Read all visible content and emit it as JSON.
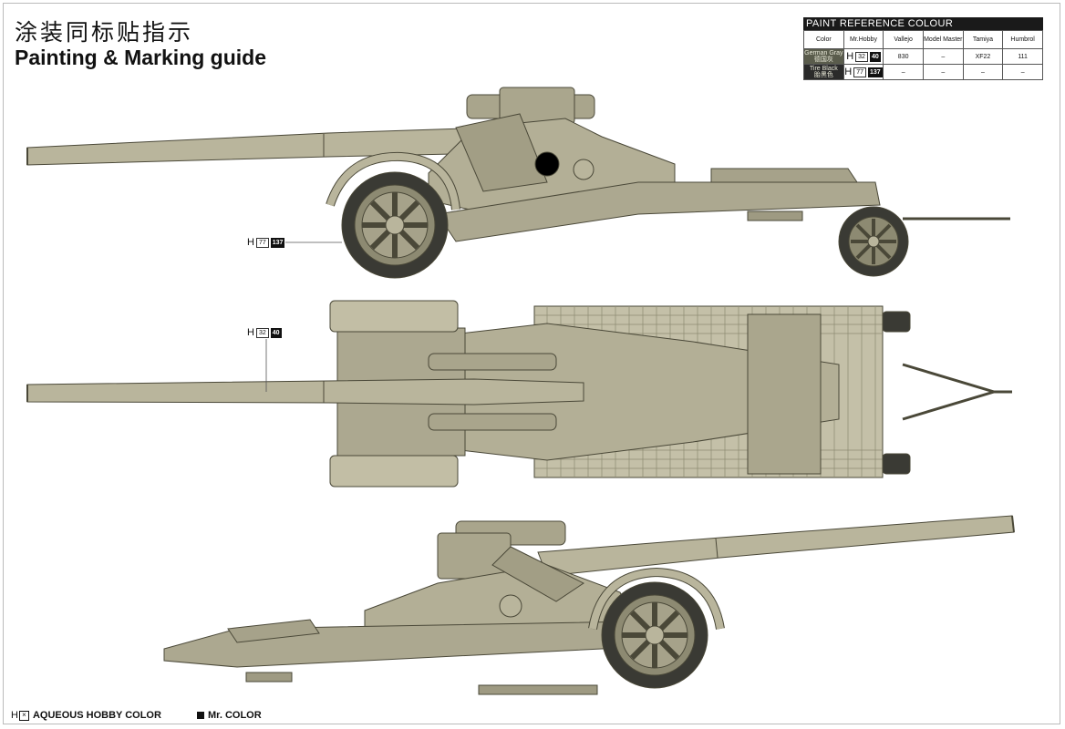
{
  "header": {
    "title_cn": "涂装同标贴指示",
    "title_en": "Painting & Marking guide"
  },
  "paint_table": {
    "title": "PAINT REFERENCE COLOUR",
    "columns": [
      "Color",
      "Mr.Hobby",
      "Vallejo",
      "Model Master",
      "Tamiya",
      "Humbrol"
    ],
    "rows": [
      {
        "color_en": "German Gray",
        "color_cn": "德国灰",
        "swatch": "#5a5c4c",
        "mr_hobby_h": "H",
        "mr_hobby_num": "32",
        "mr_color_num": "40",
        "vallejo": "830",
        "model_master": "–",
        "tamiya": "XF22",
        "humbrol": "111"
      },
      {
        "color_en": "Tire Black",
        "color_cn": "胎黑色",
        "swatch": "#2a2a2a",
        "mr_hobby_h": "H",
        "mr_hobby_num": "77",
        "mr_color_num": "137",
        "vallejo": "–",
        "model_master": "–",
        "tamiya": "–",
        "humbrol": "–"
      }
    ]
  },
  "callouts": {
    "tire": {
      "h": "H",
      "num": "77",
      "mr": "137"
    },
    "body": {
      "h": "H",
      "num": "32",
      "mr": "40"
    }
  },
  "legend": {
    "aqueous_prefix": "H",
    "aqueous_label": "AQUEOUS HOBBY COLOR",
    "mr_label": "Mr. COLOR"
  },
  "colors": {
    "body": "#b9b59c",
    "body_dark": "#8d8a72",
    "tire": "#3a3a34"
  }
}
